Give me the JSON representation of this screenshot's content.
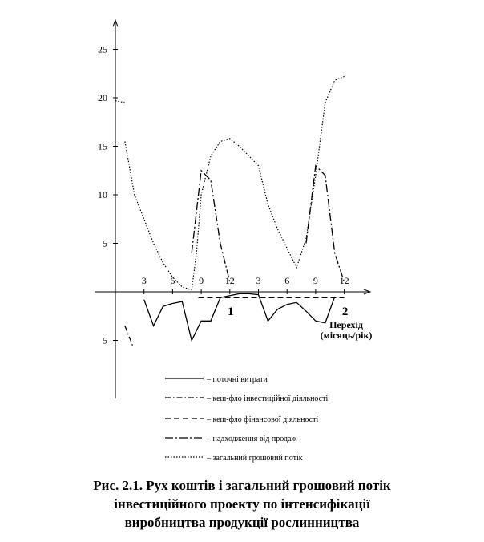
{
  "chart_data": {
    "type": "line",
    "title": "",
    "xlabel": "Перехід (місяць/рік)",
    "ylabel": "",
    "y_ticks_positive": [
      "25",
      "20",
      "15",
      "10",
      "5"
    ],
    "y_ticks_negative": [
      "5"
    ],
    "x_ticks": [
      "3",
      "6",
      "9",
      "12",
      "3",
      "6",
      "9",
      "12"
    ],
    "year_labels": [
      "1",
      "2"
    ],
    "ylim": [
      -11,
      29
    ],
    "grid": false,
    "legend_position": "bottom",
    "series": [
      {
        "name": "поточні витрати",
        "color": "#000000",
        "dash": "solid",
        "points": [
          [
            3,
            -0.8
          ],
          [
            4,
            -3.5
          ],
          [
            5,
            -1.5
          ],
          [
            6,
            -1.2
          ],
          [
            7,
            -1
          ],
          [
            8,
            -5
          ],
          [
            9,
            -3
          ],
          [
            10,
            -3
          ],
          [
            11,
            -0.6
          ],
          [
            12,
            -0.4
          ],
          [
            13,
            -0.2
          ],
          [
            14,
            -0.2
          ],
          [
            15,
            -0.3
          ],
          [
            16,
            -3
          ],
          [
            17,
            -1.8
          ],
          [
            18,
            -1.3
          ],
          [
            19,
            -1.1
          ],
          [
            20,
            -2
          ],
          [
            21,
            -3
          ],
          [
            22,
            -3.2
          ],
          [
            23,
            -0.5
          ]
        ]
      },
      {
        "name": "кеш-фло інвестиційної діяльності",
        "color": "#000000",
        "dash": "dashdot",
        "points": [
          [
            1,
            -3.5
          ],
          [
            1.8,
            -5.5
          ]
        ]
      },
      {
        "name": "кеш-фло фінансової діяльності",
        "color": "#000000",
        "dash": "dash",
        "points": [
          [
            8.7,
            -0.6
          ],
          [
            24,
            -0.6
          ]
        ]
      },
      {
        "name": "надходження від продаж",
        "color": "#000000",
        "dash": "longdashdot",
        "segments": [
          [
            [
              8,
              4
            ],
            [
              9,
              12.5
            ],
            [
              10,
              11.5
            ],
            [
              11,
              5
            ],
            [
              12,
              1
            ]
          ],
          [
            [
              20,
              5
            ],
            [
              21,
              13
            ],
            [
              22,
              12
            ],
            [
              23,
              4
            ],
            [
              24,
              1
            ]
          ]
        ]
      },
      {
        "name": "загальний грошовий потік",
        "color": "#000000",
        "dash": "dot",
        "segments": [
          [
            [
              0,
              19.7
            ],
            [
              1,
              19.5
            ]
          ],
          [
            [
              1,
              15.5
            ],
            [
              2,
              10
            ],
            [
              3,
              7.5
            ],
            [
              4,
              5
            ],
            [
              5,
              3
            ],
            [
              6,
              1.5
            ],
            [
              7,
              0.5
            ],
            [
              8,
              0.2
            ],
            [
              8.5,
              4
            ],
            [
              9,
              10
            ],
            [
              10,
              14
            ],
            [
              11,
              15.5
            ],
            [
              12,
              15.8
            ],
            [
              13,
              15
            ],
            [
              14,
              14
            ],
            [
              15,
              13
            ],
            [
              16,
              9
            ],
            [
              17,
              6.5
            ],
            [
              18,
              4.5
            ],
            [
              19,
              2.5
            ],
            [
              20,
              5.5
            ],
            [
              21,
              12
            ],
            [
              22,
              19.5
            ],
            [
              23,
              21.8
            ],
            [
              24,
              22.2
            ]
          ]
        ]
      }
    ]
  },
  "caption": {
    "line1": "Рис. 2.1. Рух коштів і загальний грошовий потік",
    "line2": "інвестиційного проекту по інтенсифікації",
    "line3": "виробництва продукції рослинництва"
  }
}
